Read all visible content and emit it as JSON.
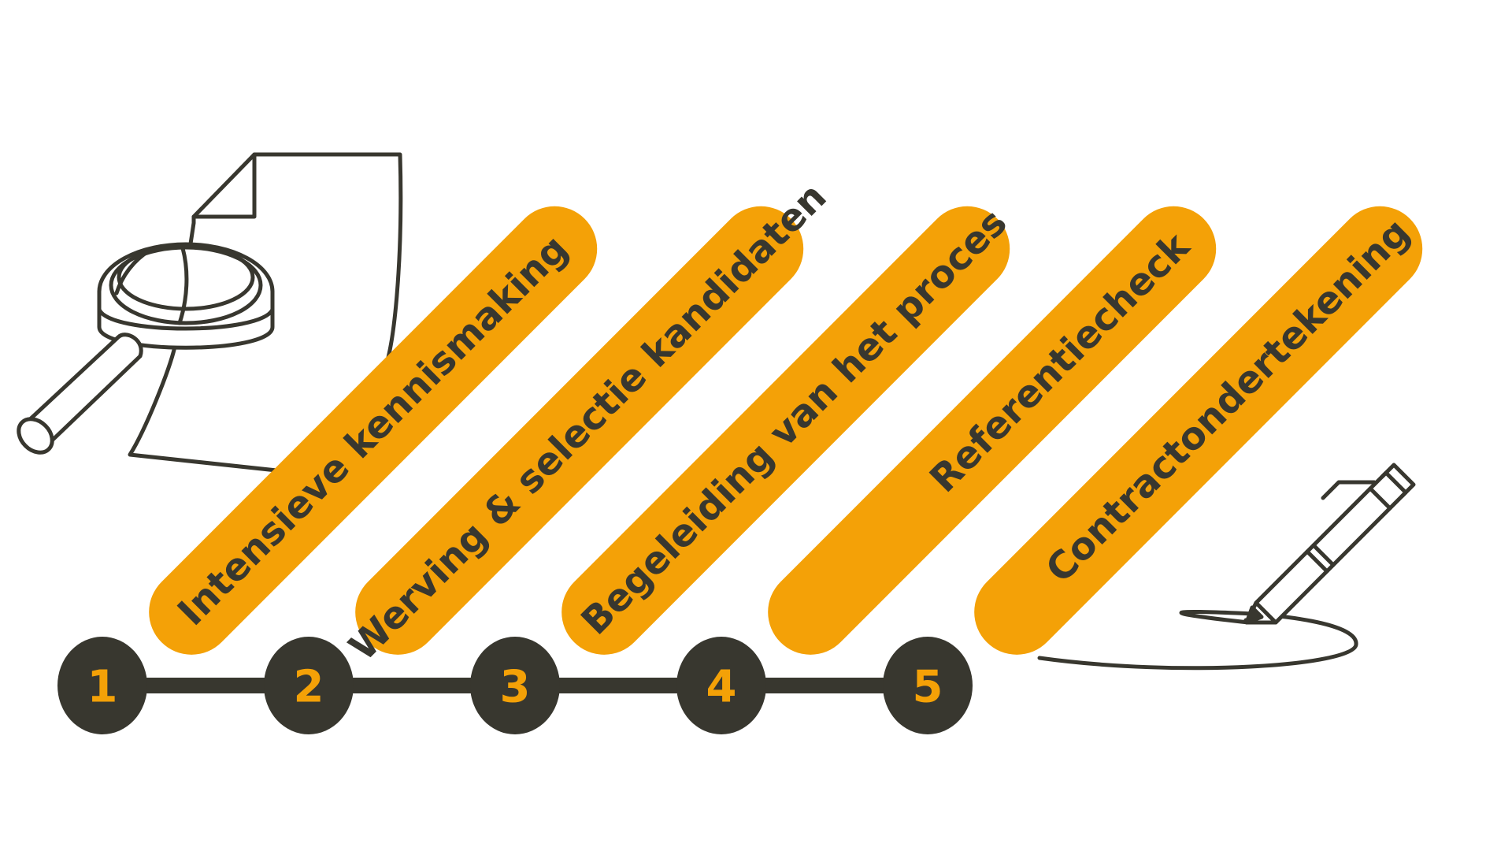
{
  "colors": {
    "accent": "#F4A107",
    "dark": "#38372F",
    "background": "#FFFFFF"
  },
  "steps": [
    {
      "number": "1",
      "label": "Intensieve kennismaking"
    },
    {
      "number": "2",
      "label": "Werving & selectie kandidaten"
    },
    {
      "number": "3",
      "label": "Begeleiding van het proces"
    },
    {
      "number": "4",
      "label": "Referentiecheck"
    },
    {
      "number": "5",
      "label": "Contractondertekening"
    }
  ],
  "icons": {
    "left": "magnifying-glass-document-icon",
    "right": "pen-signature-icon"
  }
}
